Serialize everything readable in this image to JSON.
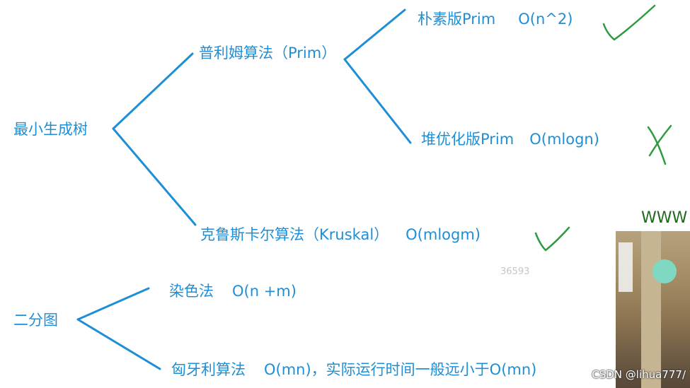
{
  "tree1": {
    "root": "最小生成树",
    "prim": "普利姆算法（Prim）",
    "prim_naive": {
      "label": "朴素版Prim",
      "complexity": "O(n^2)"
    },
    "prim_heap": {
      "label": "堆优化版Prim",
      "complexity": "O(mlogn)"
    },
    "kruskal": {
      "label": "克鲁斯卡尔算法（Kruskal）",
      "complexity": "O(mlogm)"
    }
  },
  "tree2": {
    "root": "二分图",
    "coloring": {
      "label": "染色法",
      "complexity": "O(n +m)"
    },
    "hungarian": {
      "label": "匈牙利算法",
      "complexity": "O(mn)，实际运行时间一般远小于O(mn)"
    }
  },
  "annotations": {
    "watermark_number": "36593",
    "www": "WWW",
    "csdn": "CSDN @lihua777/"
  },
  "colors": {
    "text": "#1e8fd6",
    "lines": "#1e8fd6",
    "marks": "#2e9b3e"
  }
}
